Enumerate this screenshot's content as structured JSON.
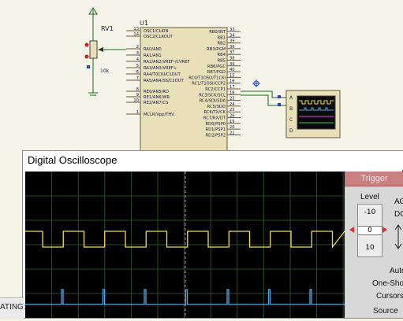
{
  "schematic": {
    "rv1_label": "RV1",
    "rv1_value": "10k",
    "u1_label": "U1",
    "left_pins": [
      {
        "num": "13",
        "name": "OSC1/CLKIN"
      },
      {
        "num": "14",
        "name": "OSC2/CLKOUT"
      },
      {
        "num": "2",
        "name": "RA0/AN0"
      },
      {
        "num": "3",
        "name": "RA1/AN1"
      },
      {
        "num": "4",
        "name": "RA2/AN2/VREF-/CVREF"
      },
      {
        "num": "5",
        "name": "RA3/AN3/VREF+"
      },
      {
        "num": "6",
        "name": "RA4/T0CKI/C1OUT"
      },
      {
        "num": "7",
        "name": "RA5/AN4/SS/C2OUT"
      },
      {
        "num": "8",
        "name": "RE0/AN5/RD"
      },
      {
        "num": "9",
        "name": "RE1/AN6/WR"
      },
      {
        "num": "10",
        "name": "RE2/AN7/CS"
      },
      {
        "num": "1",
        "name": "MCLR/Vpp/THV"
      }
    ],
    "right_pins": [
      {
        "num": "33",
        "name": "RB0/INT"
      },
      {
        "num": "34",
        "name": "RB1"
      },
      {
        "num": "35",
        "name": "RB2"
      },
      {
        "num": "36",
        "name": "RB3/PGM"
      },
      {
        "num": "37",
        "name": "RB4"
      },
      {
        "num": "38",
        "name": "RB5"
      },
      {
        "num": "39",
        "name": "RB6/PGC"
      },
      {
        "num": "40",
        "name": "RB7/PGD"
      },
      {
        "num": "15",
        "name": "RC0/T1OSO/T1CKI"
      },
      {
        "num": "16",
        "name": "RC1/T1OSI/CCP2"
      },
      {
        "num": "17",
        "name": "RC2/CCP1"
      },
      {
        "num": "18",
        "name": "RC3/SCK/SCL"
      },
      {
        "num": "23",
        "name": "RC4/SDI/SDA"
      },
      {
        "num": "24",
        "name": "RC5/SDO"
      },
      {
        "num": "25",
        "name": "RC6/TX/CK"
      },
      {
        "num": "26",
        "name": "RC7/RX/DT"
      },
      {
        "num": "19",
        "name": "RD0/PSP0"
      },
      {
        "num": "20",
        "name": "RD1/PSP1"
      },
      {
        "num": "21",
        "name": "RD2/PSP2"
      }
    ],
    "scope_channels": [
      "A",
      "B",
      "C",
      "D"
    ]
  },
  "window": {
    "title": "Digital Oscilloscope"
  },
  "panel": {
    "trigger_tab": "Trigger",
    "level_label": "Level",
    "level_values": [
      "-10",
      "0",
      "10"
    ],
    "ac_label": "AC",
    "dc_label": "DC",
    "auto_label": "Auto",
    "oneshot_label": "One-Shot",
    "cursors_label": "Cursors",
    "source_label": "Source"
  },
  "statusbar": {
    "text": "ATING:"
  },
  "colors": {
    "channel_a": "#f0e040",
    "channel_b": "#50a8e8",
    "grid": "#2a4a2a",
    "screen_bg": "#000000",
    "trigger_tab": "#c88080"
  }
}
